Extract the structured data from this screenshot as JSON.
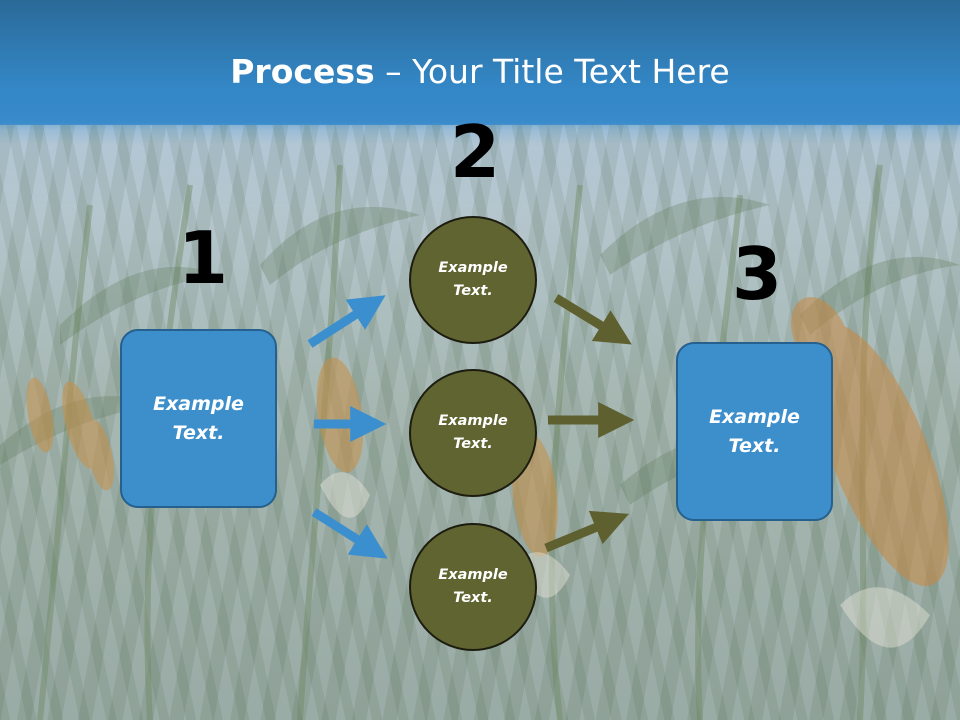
{
  "title": {
    "bold": "Process",
    "rest": " – Your Title Text Here"
  },
  "steps": [
    {
      "number": "1",
      "label": "Example Text."
    },
    {
      "number": "2"
    },
    {
      "number": "3",
      "label": "Example Text."
    }
  ],
  "circles": [
    {
      "label": "Example Text."
    },
    {
      "label": "Example Text."
    },
    {
      "label": "Example Text."
    }
  ],
  "colors": {
    "title_band": "#3488c8",
    "box_fill": "#3d8fcc",
    "circle_fill": "#606430",
    "blue_arrow": "#3b8fcf",
    "olive_arrow": "#5e6030"
  }
}
